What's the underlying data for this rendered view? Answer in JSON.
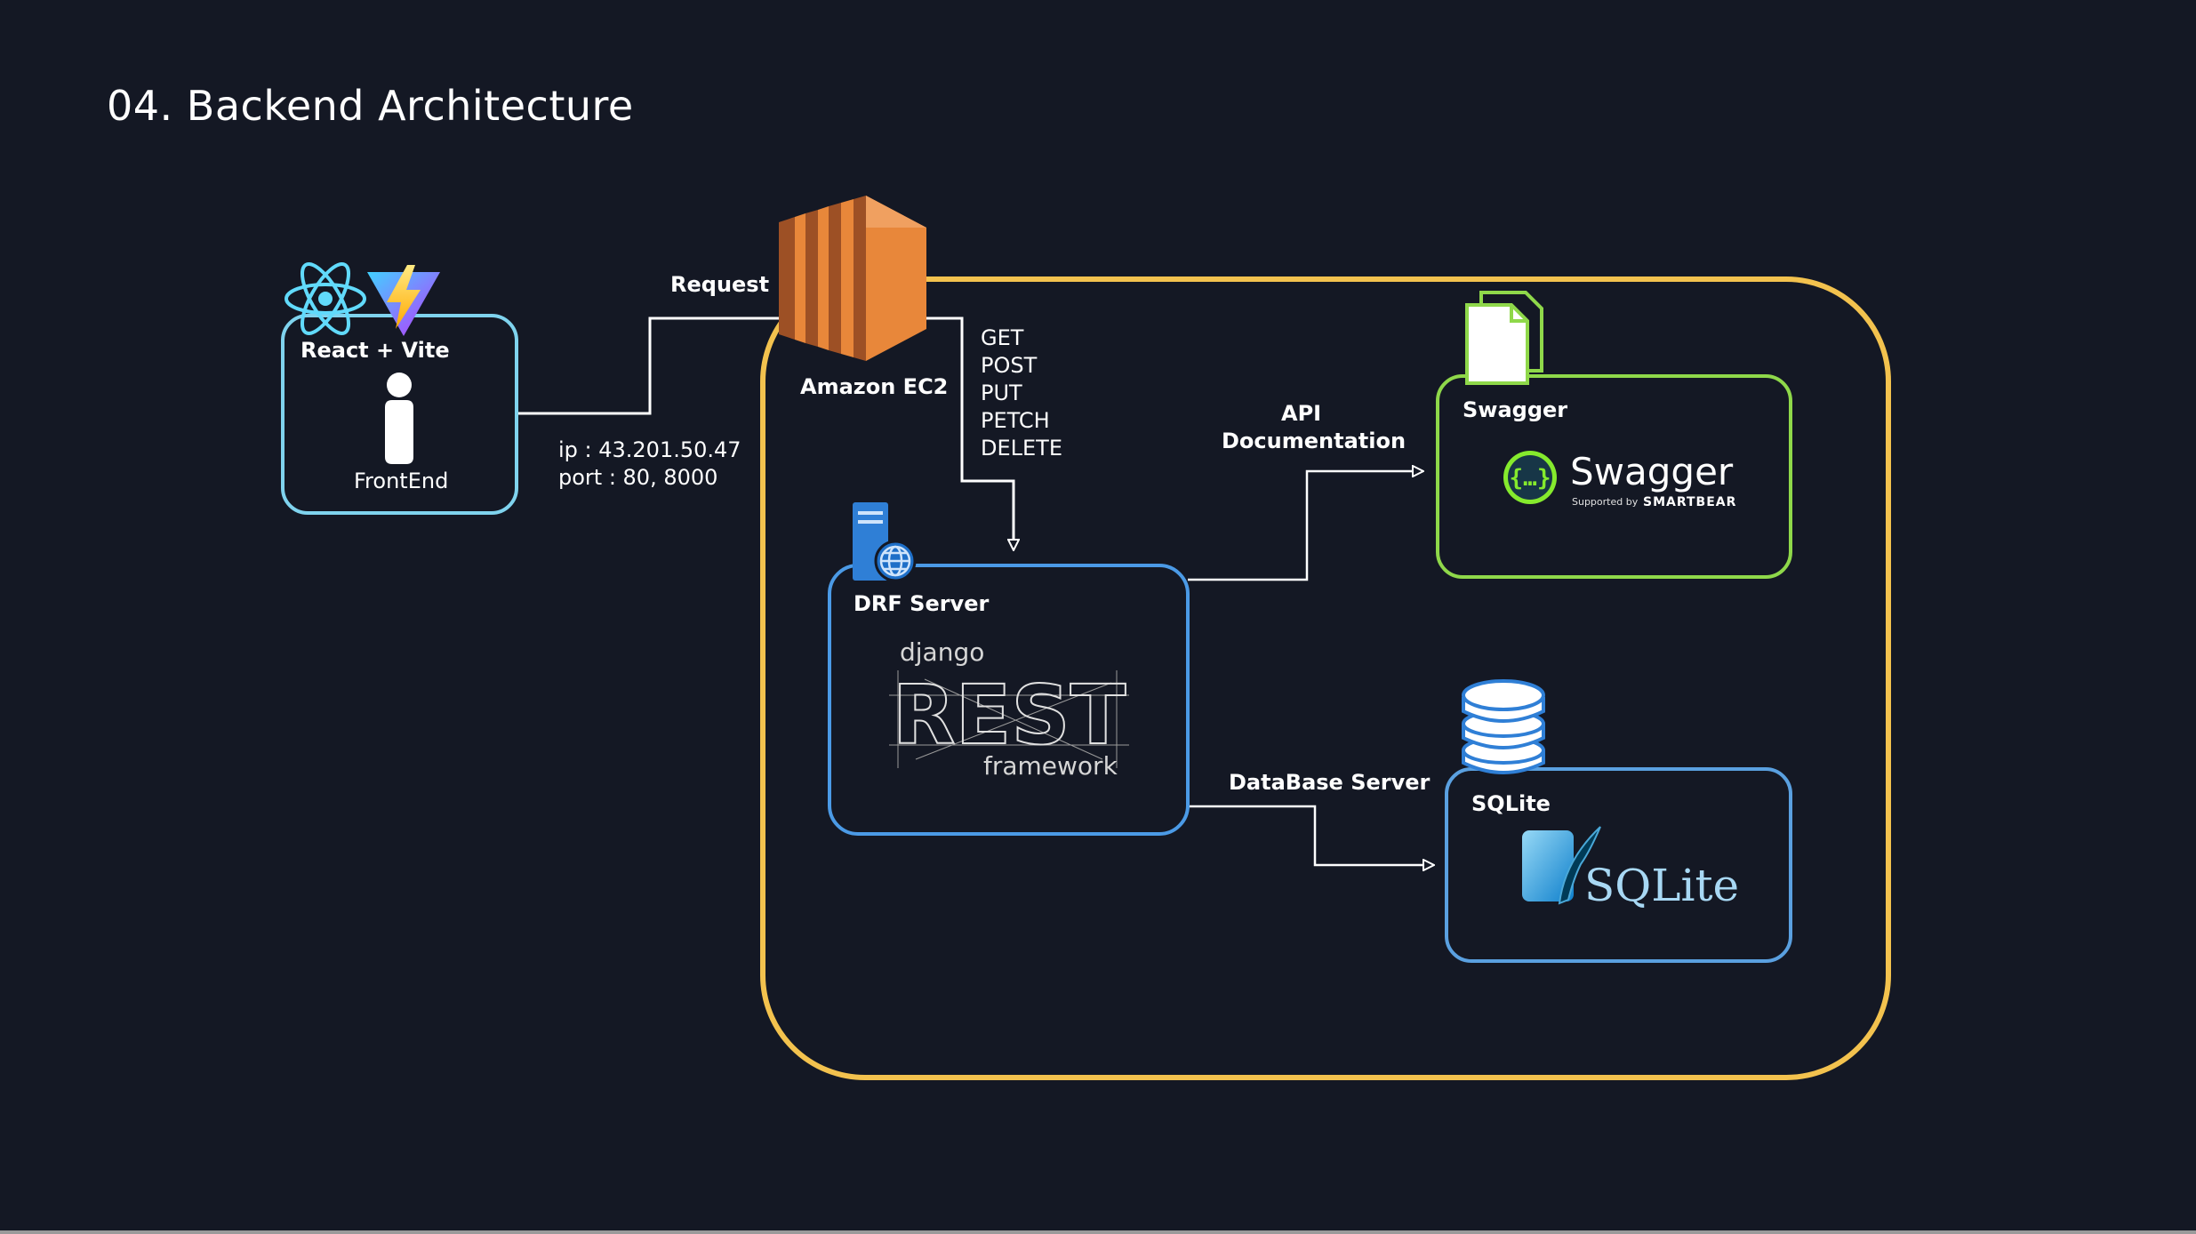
{
  "title": "04. Backend Architecture",
  "frontend": {
    "label": "React + Vite",
    "caption": "FrontEnd"
  },
  "connection": {
    "request_label": "Request",
    "ip": "ip : 43.201.50.47",
    "port": "port : 80, 8000"
  },
  "ec2": {
    "label": "Amazon EC2"
  },
  "http_methods": [
    "GET",
    "POST",
    "PUT",
    "PETCH",
    "DELETE"
  ],
  "drf": {
    "label": "DRF Server",
    "logo_top": "django",
    "logo_main": "REST",
    "logo_bottom": "framework"
  },
  "api_doc": {
    "line1": "API",
    "line2": "Documentation"
  },
  "swagger": {
    "label": "Swagger",
    "logo_text": "Swagger",
    "logo_sub_prefix": "Supported by",
    "logo_sub_brand": "SMARTBEAR"
  },
  "db_link": {
    "label": "DataBase Server"
  },
  "sqlite": {
    "label": "SQLite",
    "logo_text": "SQLite"
  },
  "colors": {
    "background": "#141824",
    "frontend_border": "#7fd3ee",
    "ec2_group_border": "#f3c24e",
    "drf_border": "#4b9ae6",
    "swagger_border": "#8fd84a",
    "sqlite_border": "#5aa0e0",
    "ec2_orange": "#e8873a",
    "swagger_green": "#85ea2d"
  }
}
